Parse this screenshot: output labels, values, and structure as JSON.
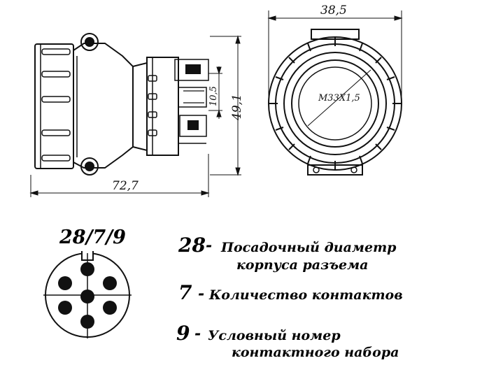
{
  "drawing": {
    "dimensions": {
      "length": "72,7",
      "height": "49,1",
      "pin_span": "10,5",
      "diameter": "38,5",
      "thread": "M33X1,5"
    }
  },
  "code": {
    "label": "28/7/9",
    "legend": [
      {
        "number": "28",
        "dash": "-",
        "lines": [
          "Посадочный диаметр",
          "корпуса разъема"
        ]
      },
      {
        "number": "7",
        "dash": "-",
        "lines": [
          "Количество контактов"
        ]
      },
      {
        "number": "9",
        "dash": "-",
        "lines": [
          "Условный номер",
          "контактного набора"
        ]
      }
    ]
  }
}
